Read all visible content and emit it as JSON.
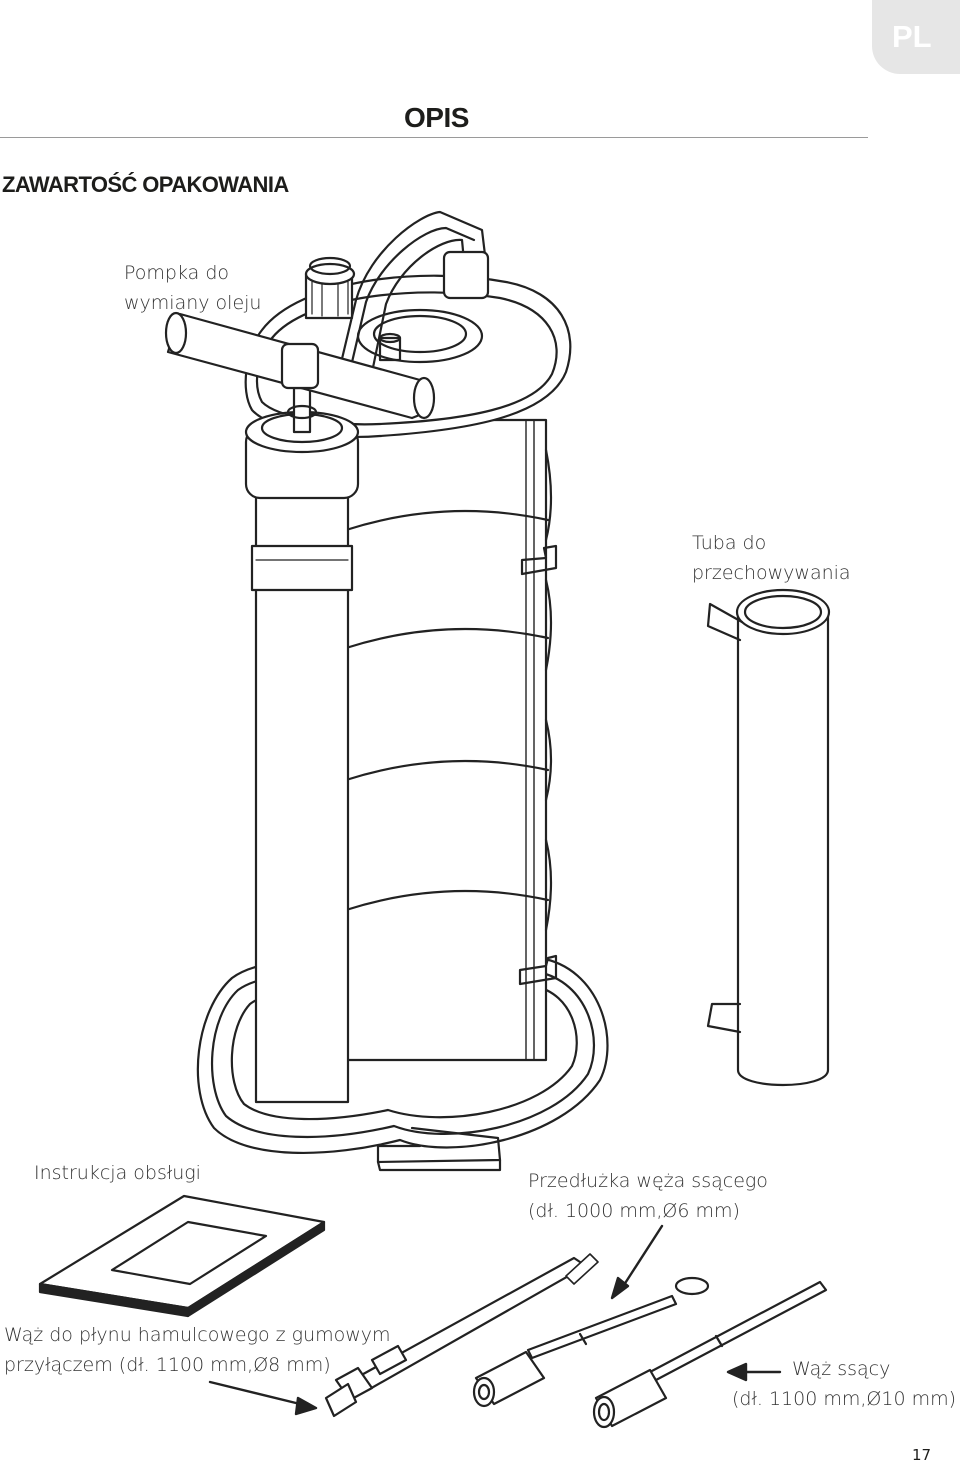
{
  "language_tab": "PL",
  "section_title": "OPIS",
  "contents_heading": "ZAWARTOŚĆ OPAKOWANIA",
  "labels": {
    "pump": [
      "Pompka do",
      "wymiany oleju"
    ],
    "storage_tube": [
      "Tuba do",
      "przechowywania"
    ],
    "manual": [
      "Instrukcja obsługi"
    ],
    "extension_hose": [
      "Przedłużka węża ssącego",
      "(dł. 1000 mm,Ø6 mm)"
    ],
    "brake_hose": [
      "Wąż do płynu hamulcowego z gumowym",
      "przyłączem (dł. 1100 mm,Ø8 mm)"
    ],
    "suction_hose": [
      "Wąż ssący",
      "(dł. 1100 mm,Ø10 mm)"
    ]
  },
  "page_number": "17",
  "colors": {
    "text": "#1d1d1b",
    "line": "#222222",
    "tab": "#e6e6e6",
    "rule": "#9a9a9a"
  }
}
